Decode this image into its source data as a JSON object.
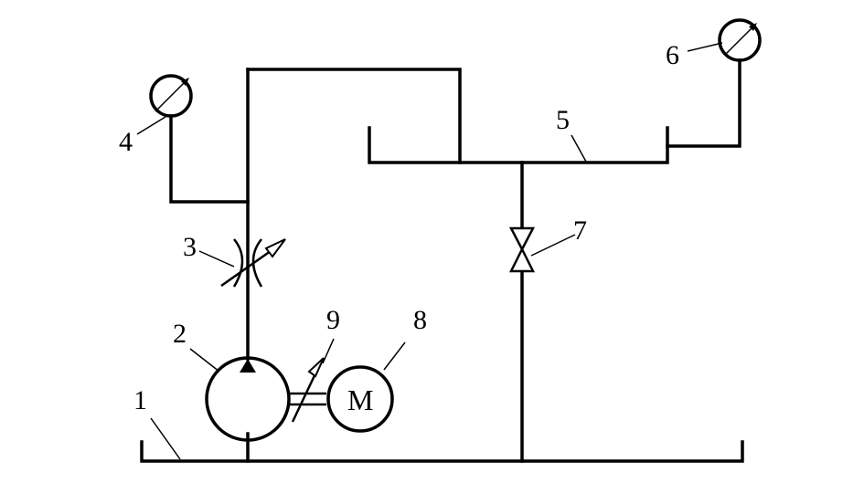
{
  "labels": {
    "tank": "1",
    "pump": "2",
    "throttle_valve": "3",
    "gauge_left": "4",
    "manifold": "5",
    "gauge_right": "6",
    "stop_valve": "7",
    "motor": "8",
    "coupling": "9"
  },
  "motor_symbol": "M",
  "icons": {
    "pump": "pump-icon",
    "motor": "motor-icon",
    "gauge": "pressure-gauge-icon",
    "throttle": "throttle-valve-icon",
    "valve": "stop-valve-icon"
  },
  "colors": {
    "line": "#000000",
    "background": "#ffffff"
  }
}
